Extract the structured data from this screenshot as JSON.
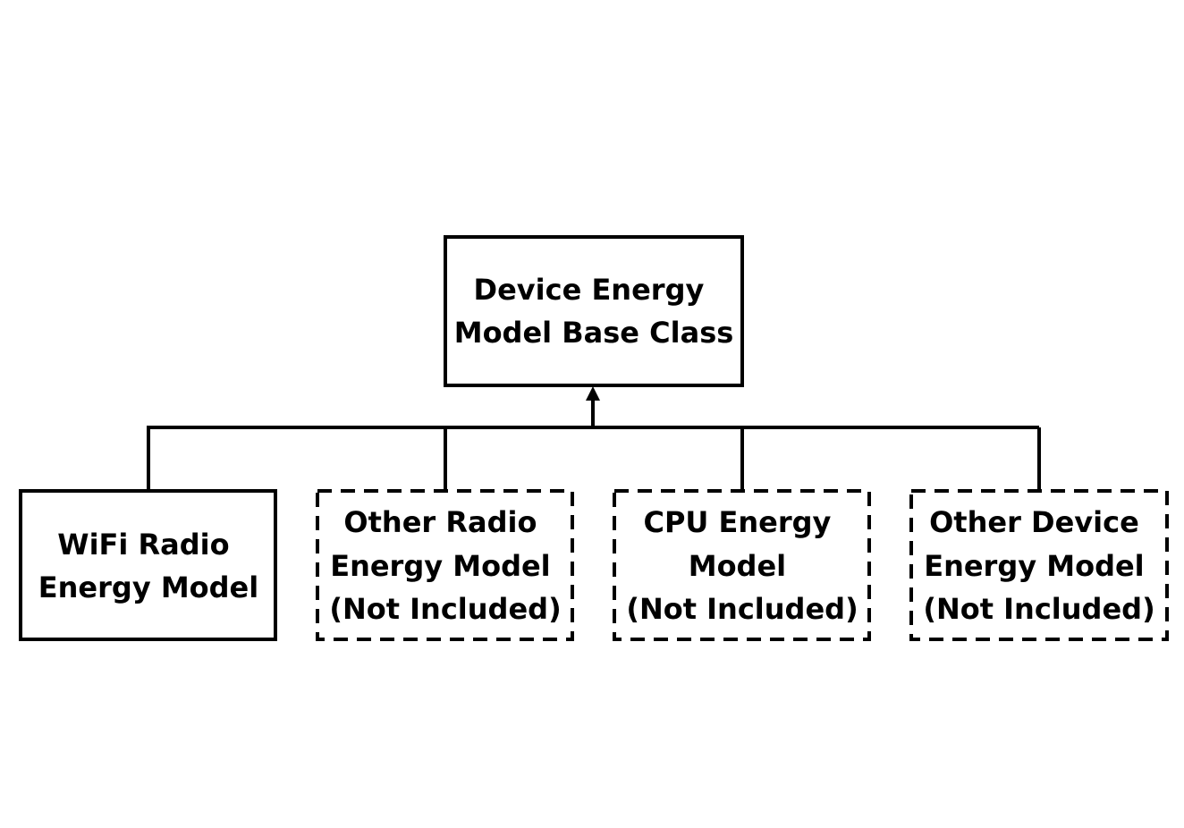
{
  "diagram": {
    "base_class": {
      "lines": [
        "Device Energy",
        "Model Base Class"
      ],
      "included": true
    },
    "children": [
      {
        "lines": [
          "WiFi Radio",
          "Energy Model"
        ],
        "included": true
      },
      {
        "lines": [
          "Other Radio",
          "Energy Model",
          "(Not Included)"
        ],
        "included": false
      },
      {
        "lines": [
          "CPU Energy",
          "Model",
          "(Not Included)"
        ],
        "included": false
      },
      {
        "lines": [
          "Other Device",
          "Energy Model",
          "(Not Included)"
        ],
        "included": false
      }
    ],
    "colors": {
      "stroke": "#000000",
      "background": "#ffffff"
    }
  }
}
